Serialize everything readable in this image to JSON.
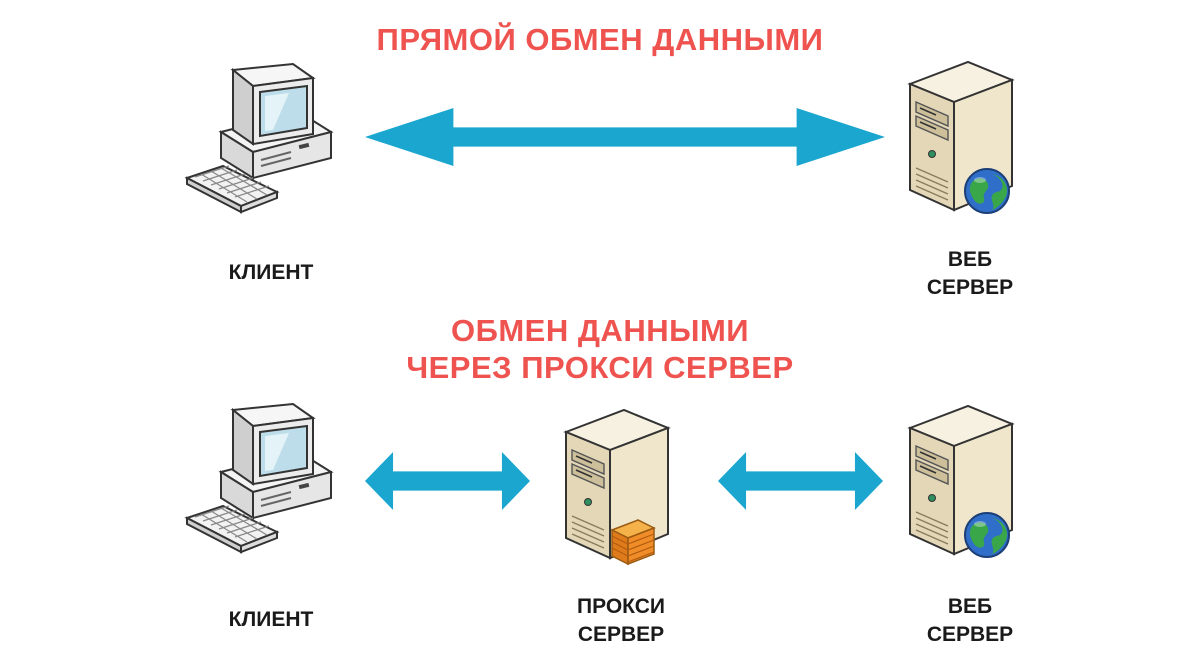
{
  "top": {
    "title": "ПРЯМОЙ ОБМЕН ДАННЫМИ",
    "client_label": "КЛИЕНТ",
    "server_label_line1": "ВЕБ",
    "server_label_line2": "СЕРВЕР"
  },
  "bottom": {
    "title_line1": "ОБМЕН ДАННЫМИ",
    "title_line2": "ЧЕРЕЗ ПРОКСИ СЕРВЕР",
    "client_label": "КЛИЕНТ",
    "proxy_label_line1": "ПРОКСИ",
    "proxy_label_line2": "СЕРВЕР",
    "server_label_line1": "ВЕБ",
    "server_label_line2": "СЕРВЕР"
  },
  "colors": {
    "title": "#ef5350",
    "arrow": "#1ba6cf",
    "label": "#1a1a1a"
  },
  "icons": [
    "computer-icon",
    "web-server-icon",
    "proxy-server-icon",
    "double-arrow-icon"
  ]
}
